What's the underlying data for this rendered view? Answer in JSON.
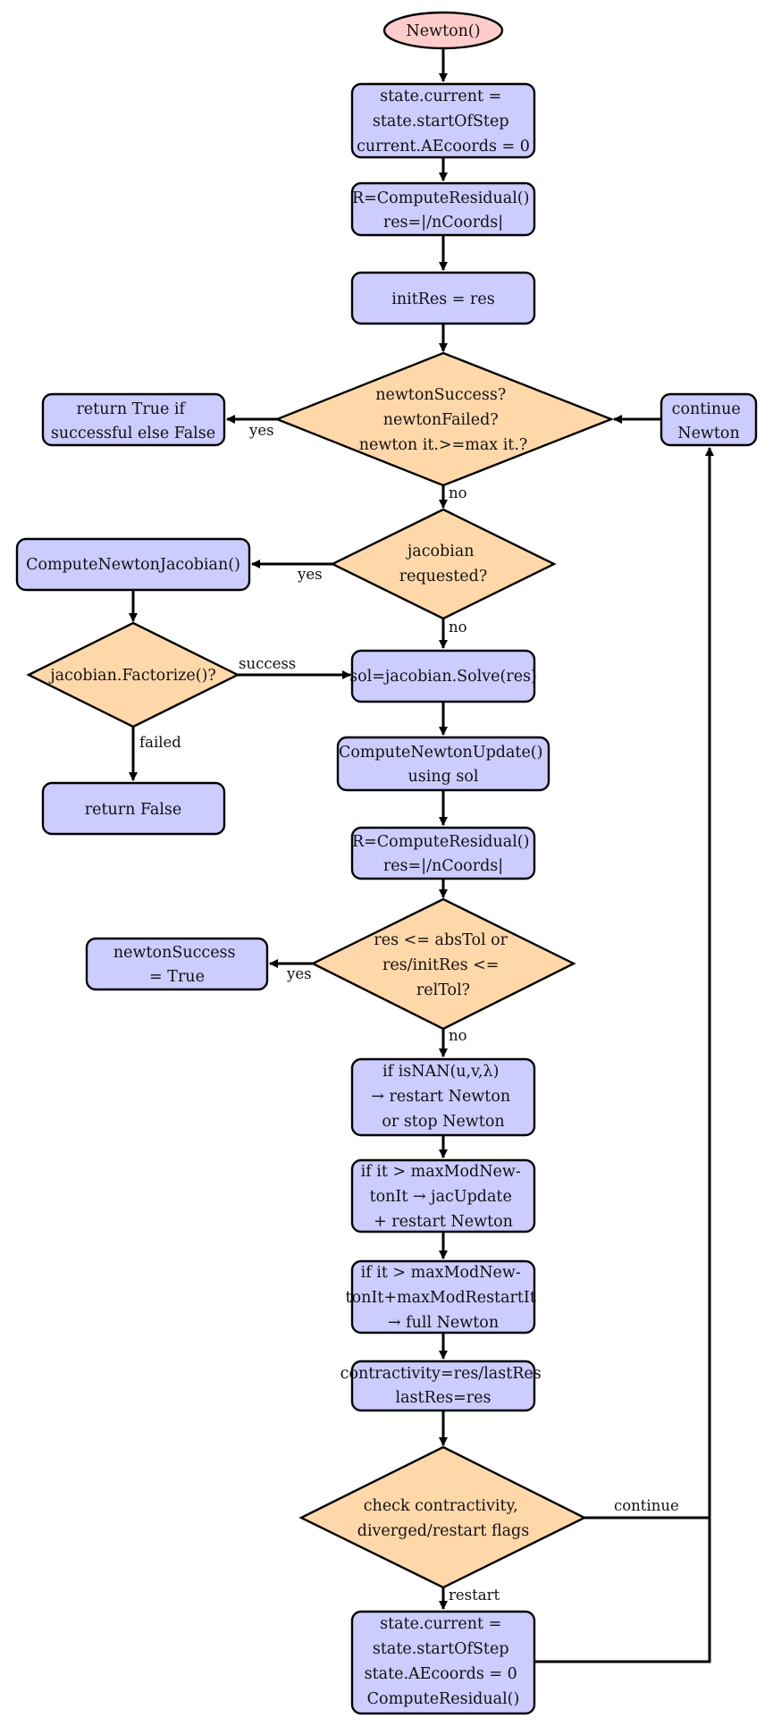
{
  "nodes": {
    "start": [
      "Newton()"
    ],
    "init_state": [
      "state.current =",
      "state.startOfStep",
      "current.AEcoords = 0"
    ],
    "residual_1": [
      "R=ComputeResidual()",
      "res=|/nCoords|"
    ],
    "init_res": [
      "initRes = res"
    ],
    "newton_check": [
      "newtonSuccess?",
      "newtonFailed?",
      "newton it.>=max it.?"
    ],
    "return_result": [
      "return True if",
      "successful else False"
    ],
    "continue_newton": [
      "continue",
      "Newton"
    ],
    "jacobian_requested": [
      "jacobian",
      "requested?"
    ],
    "compute_jacobian": [
      "ComputeNewtonJacobian()"
    ],
    "factorize": [
      "jacobian.Factorize()?"
    ],
    "return_false": [
      "return False"
    ],
    "solve": [
      "sol=jacobian.Solve(res)"
    ],
    "newton_update": [
      "ComputeNewtonUpdate()",
      "using sol"
    ],
    "residual_2": [
      "R=ComputeResidual()",
      "res=|/nCoords|"
    ],
    "tolerance_check": [
      "res <= absTol or",
      "res/initRes <=",
      "relTol?"
    ],
    "newton_success": [
      "newtonSuccess",
      "= True"
    ],
    "nan_check": [
      "if isNAN(u,v,λ)",
      "→ restart Newton",
      "or stop Newton"
    ],
    "mod_newton_check": [
      "if it > maxModNew-",
      "tonIt → jacUpdate",
      "+ restart Newton"
    ],
    "full_newton_check": [
      "if it > maxModNew-",
      "tonIt+maxModRestartIt",
      "→ full Newton"
    ],
    "contractivity": [
      "contractivity=res/lastRes",
      "lastRes=res"
    ],
    "contractivity_check": [
      "check contractivity,",
      "diverged/restart flags"
    ],
    "restart_state": [
      "state.current =",
      "state.startOfStep",
      "state.AEcoords = 0",
      "ComputeResidual()"
    ]
  },
  "edge_labels": {
    "yes_return": "yes",
    "no_check": "no",
    "yes_jacobian": "yes",
    "no_jacobian": "no",
    "success": "success",
    "failed": "failed",
    "yes_tolerance": "yes",
    "no_tolerance": "no",
    "continue": "continue",
    "restart": "restart"
  },
  "colors": {
    "process_fill": "#ccccff",
    "decision_fill": "#ffd8aa",
    "start_fill": "#ffcccc",
    "line": "#000000"
  }
}
